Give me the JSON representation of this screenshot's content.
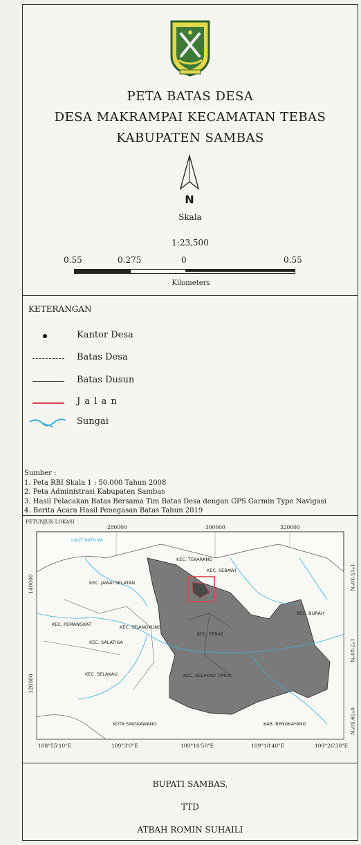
{
  "title": {
    "line1": "PETA BATAS DESA",
    "line2": "DESA MAKRAMPAI KECAMATAN TEBAS",
    "line3": "KABUPATEN SAMBAS"
  },
  "north": "N",
  "scale": {
    "label": "Skala",
    "ratio": "1:23,500",
    "ticks": [
      "0.55",
      "0.275",
      "0",
      "0.55"
    ],
    "unit": "Kilometers"
  },
  "legend": {
    "heading": "KETERANGAN",
    "items": [
      {
        "label": "Kantor Desa",
        "symbol": "dot"
      },
      {
        "label": "Batas Desa",
        "symbol": "dashed"
      },
      {
        "label": "Batas Dusun",
        "symbol": "solid"
      },
      {
        "label": "J a l a n",
        "symbol": "road",
        "color": "#d9434a"
      },
      {
        "label": "Sungai",
        "symbol": "river",
        "color": "#3ab0dc"
      }
    ]
  },
  "sources": {
    "heading": "Sumber  :",
    "items": [
      "1. Peta RBI Skala 1 : 50.000 Tahun 2008",
      "2. Peta Administrasi Kabupaten Sambas",
      "3. Hasil Pelacakan Batas Bersama Tim Batas Desa dengan GPS Garmin Type Navigasi",
      "4. Berita Acara Hasil Penegasan Batas Tahun 2019"
    ]
  },
  "location_map": {
    "heading": "PETUNJUK LOKASI",
    "top_coords": [
      "280000",
      "300000",
      "320000"
    ],
    "left_coords": [
      "140000",
      "120000"
    ],
    "right_coords": [
      "1°15'30\"N",
      "1°7'40\"N",
      "0°59'50\"N"
    ],
    "bottom_coords": [
      "108°55'10\"E",
      "109°3'0\"E",
      "109°10'50\"E",
      "109°18'40\"E",
      "109°26'30\"E"
    ],
    "places": [
      "LAUT NATUNA",
      "KEC. TEKARANG",
      "KEC. SEBAWI",
      "KEC. JAWAI SELATAN",
      "KEC. BURAH",
      "KEC. PEMANGKAT",
      "KEC. SEJANGKUNG",
      "KEC. TEBAS",
      "KEC. SALATIGA",
      "KEC. SELAKAU",
      "KEC. SELAKAU TIMUR",
      "KOTA SINGKAWANG",
      "KAB. BENGKAYANG"
    ],
    "highlight_color": "#d9434a",
    "area_color": "#7a7a7a",
    "river_color": "#3ab0dc"
  },
  "signature": {
    "office": "BUPATI SAMBAS,",
    "ttd": "TTD",
    "name": "ATBAH ROMIN SUHAILI"
  }
}
